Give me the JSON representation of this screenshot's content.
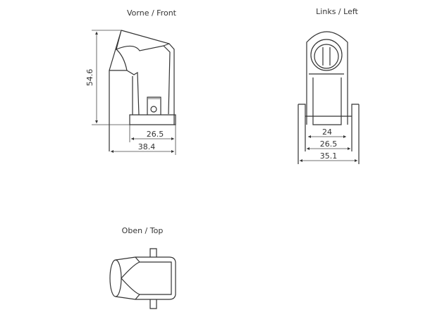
{
  "views": {
    "front": {
      "title": "Vorne  /  Front",
      "dims": {
        "height": "54.6",
        "inner_width": "26.5",
        "outer_width": "38.4"
      }
    },
    "left": {
      "title": "Links  /  Left",
      "dims": {
        "w1": "24",
        "w2": "26.5",
        "w3": "35.1"
      }
    },
    "top": {
      "title": "Oben  /  Top"
    }
  },
  "colors": {
    "line": "#333333",
    "background": "#ffffff"
  }
}
